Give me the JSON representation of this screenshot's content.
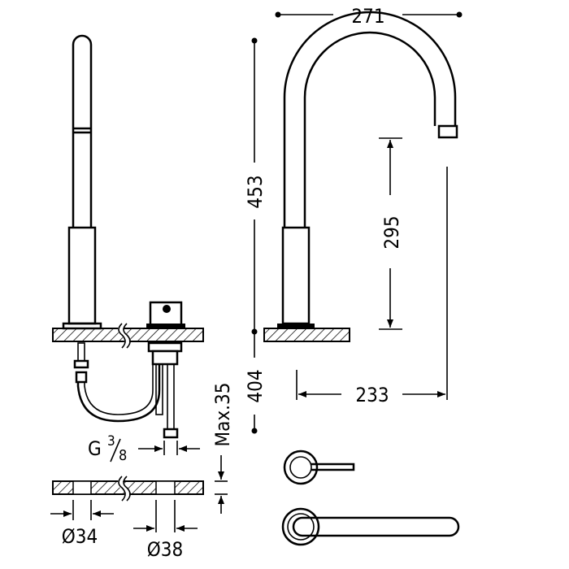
{
  "dimensions": {
    "spout_reach": "271",
    "total_height": "453",
    "spout_clearance": "295",
    "below_counter": "404",
    "spout_horizontal": "233",
    "connection_thread_prefix": "G",
    "connection_thread_num": "3",
    "connection_thread_den": "8",
    "max_counter_thickness": "Max.35",
    "hole_small": "Ø34",
    "hole_large": "Ø38"
  }
}
